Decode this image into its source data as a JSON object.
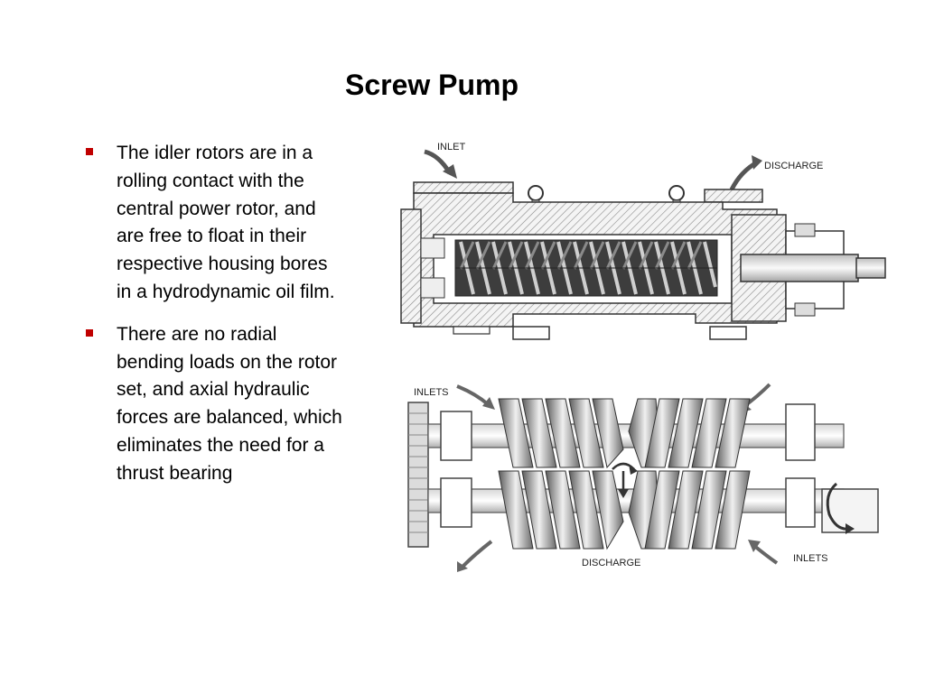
{
  "slide": {
    "title": "Screw Pump",
    "bullets": [
      "The idler rotors are in a rolling contact with the central power rotor, and are free to float in their respective housing bores in a hydrodynamic oil film.",
      "There are no radial bending loads on the rotor set, and axial hydraulic forces are balanced, which eliminates the need for a thrust bearing"
    ]
  },
  "diagram_top": {
    "inlet_label": "INLET",
    "discharge_label": "DISCHARGE"
  },
  "diagram_bottom": {
    "inlets_left_label": "INLETS",
    "inlets_right_label": "INLETS",
    "discharge_label": "DISCHARGE"
  },
  "colors": {
    "bullet_marker": "#c00000",
    "title": "#000000",
    "line_art": "#333333",
    "hatch": "#8a8a8a",
    "metal_dark": "#555555",
    "metal_light": "#e8e8e8"
  }
}
